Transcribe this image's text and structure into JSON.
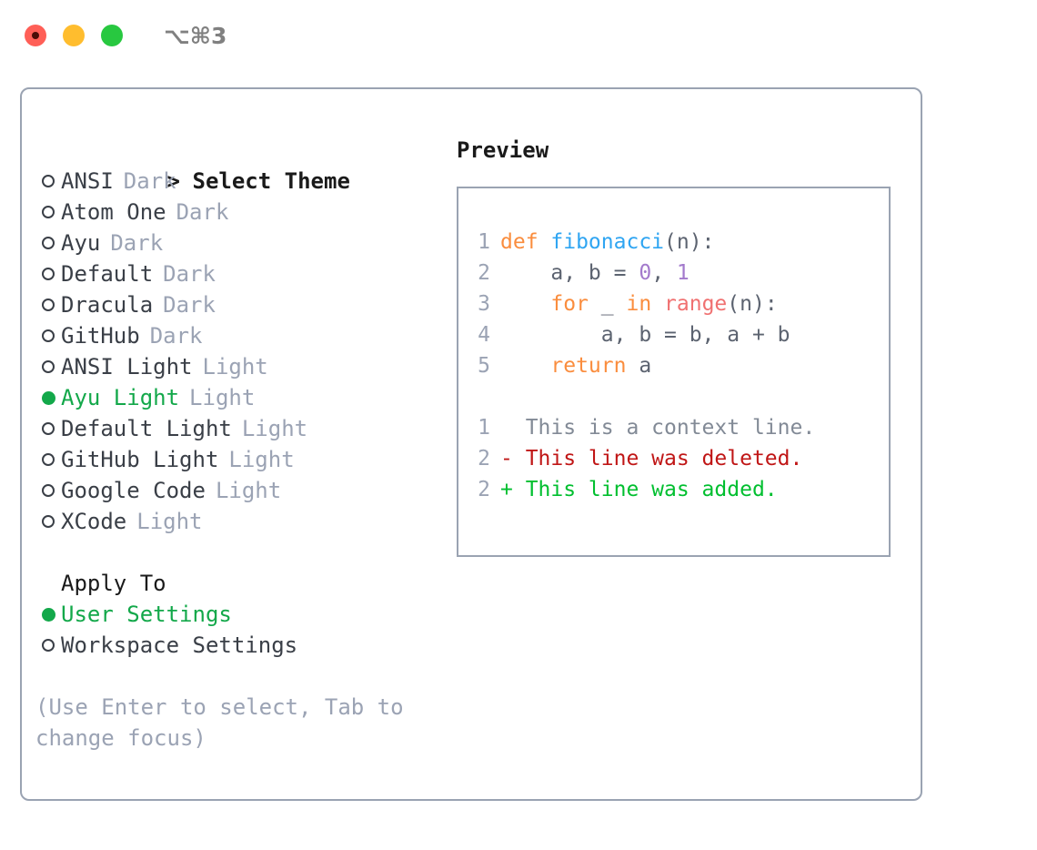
{
  "titlebar": {
    "shortcut": "⌥⌘3",
    "buttons": [
      "close",
      "minimize",
      "maximize"
    ]
  },
  "theme_picker": {
    "heading": "Select Theme",
    "caret": ">",
    "items": [
      {
        "label": "ANSI",
        "tag": "Dark",
        "selected": false,
        "marker": "○"
      },
      {
        "label": "Atom One",
        "tag": "Dark",
        "selected": false,
        "marker": "○"
      },
      {
        "label": "Ayu",
        "tag": "Dark",
        "selected": false,
        "marker": "○"
      },
      {
        "label": "Default",
        "tag": "Dark",
        "selected": false,
        "marker": "○"
      },
      {
        "label": "Dracula",
        "tag": "Dark",
        "selected": false,
        "marker": "○"
      },
      {
        "label": "GitHub",
        "tag": "Dark",
        "selected": false,
        "marker": "○"
      },
      {
        "label": "ANSI Light",
        "tag": "Light",
        "selected": false,
        "marker": "○"
      },
      {
        "label": "Ayu Light",
        "tag": "Light",
        "selected": true,
        "marker": "●"
      },
      {
        "label": "Default Light",
        "tag": "Light",
        "selected": false,
        "marker": "○"
      },
      {
        "label": "GitHub Light",
        "tag": "Light",
        "selected": false,
        "marker": "○"
      },
      {
        "label": "Google Code",
        "tag": "Light",
        "selected": false,
        "marker": "○"
      },
      {
        "label": "XCode",
        "tag": "Light",
        "selected": false,
        "marker": "○"
      }
    ]
  },
  "apply_to": {
    "heading": "Apply To",
    "items": [
      {
        "label": "User Settings",
        "selected": true,
        "marker": "●"
      },
      {
        "label": "Workspace Settings",
        "selected": false,
        "marker": "○"
      }
    ]
  },
  "hint": "(Use Enter to select, Tab to change focus)",
  "preview": {
    "title": "Preview",
    "code_lines": [
      {
        "no": "1",
        "tokens": [
          {
            "t": "def ",
            "c": "kw"
          },
          {
            "t": "fibonacci",
            "c": "fn"
          },
          {
            "t": "(n):",
            "c": "plain"
          }
        ]
      },
      {
        "no": "2",
        "tokens": [
          {
            "t": "    a, b = ",
            "c": "plain"
          },
          {
            "t": "0",
            "c": "num"
          },
          {
            "t": ", ",
            "c": "plain"
          },
          {
            "t": "1",
            "c": "num"
          }
        ]
      },
      {
        "no": "3",
        "tokens": [
          {
            "t": "    ",
            "c": "plain"
          },
          {
            "t": "for",
            "c": "kw"
          },
          {
            "t": " _ ",
            "c": "plain"
          },
          {
            "t": "in",
            "c": "kw"
          },
          {
            "t": " ",
            "c": "plain"
          },
          {
            "t": "range",
            "c": "bltn"
          },
          {
            "t": "(n):",
            "c": "plain"
          }
        ]
      },
      {
        "no": "4",
        "tokens": [
          {
            "t": "        a, b = b, a + b",
            "c": "plain"
          }
        ]
      },
      {
        "no": "5",
        "tokens": [
          {
            "t": "    ",
            "c": "plain"
          },
          {
            "t": "return",
            "c": "kw"
          },
          {
            "t": " a",
            "c": "plain"
          }
        ]
      }
    ],
    "diff_lines": [
      {
        "no": "1",
        "marker": " ",
        "text": "This is a context line.",
        "kind": "ctx"
      },
      {
        "no": "2",
        "marker": "-",
        "text": "This line was deleted.",
        "kind": "del"
      },
      {
        "no": "2",
        "marker": "+",
        "text": "This line was added.",
        "kind": "add"
      }
    ]
  },
  "colors": {
    "accent_green": "#13a84a",
    "tag_gray": "#9ba3b4",
    "border": "#9aa3b2",
    "keyword": "#fa8d3e",
    "function": "#2fa5f2",
    "number": "#a37acc",
    "builtin": "#f07171",
    "diff_deleted": "#c01616",
    "diff_added": "#00bf2f",
    "traffic_red": "#ff5f57",
    "traffic_yellow": "#ffbd2e",
    "traffic_green": "#28c840"
  }
}
